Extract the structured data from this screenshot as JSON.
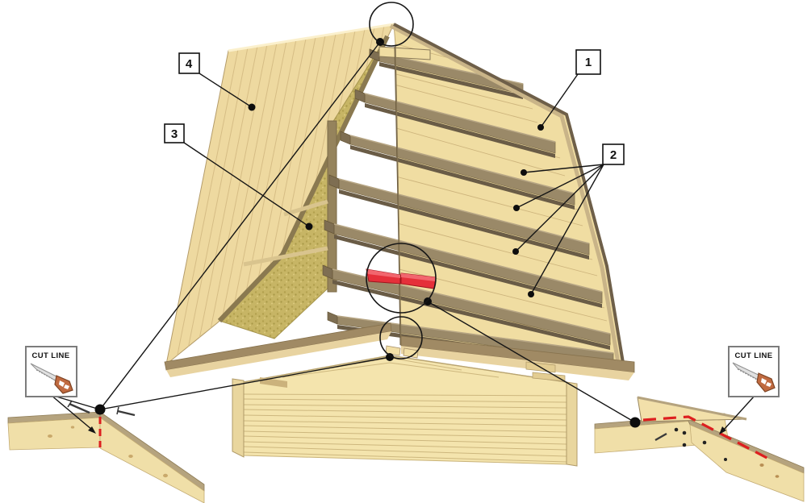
{
  "figure": {
    "description": "Shed roof assembly instruction diagram",
    "callouts": [
      {
        "id": "1",
        "label": "1"
      },
      {
        "id": "2",
        "label": "2"
      },
      {
        "id": "3",
        "label": "3"
      },
      {
        "id": "4",
        "label": "4"
      }
    ],
    "cut_boxes": [
      {
        "side": "left",
        "label": "CUT LINE"
      },
      {
        "side": "right",
        "label": "CUT LINE"
      }
    ],
    "colors": {
      "wood_light": "#f0dda2",
      "wood_deck": "#eed9a0",
      "batten": "#9a8968",
      "batten_shadow": "#6a5c46",
      "fascia": "#a08a64",
      "insulation": "#c7b565",
      "wall": "#f4e4ad",
      "wedge_red": "#e5303a",
      "cut_red": "#dd1f1f",
      "line": "#151515"
    }
  }
}
